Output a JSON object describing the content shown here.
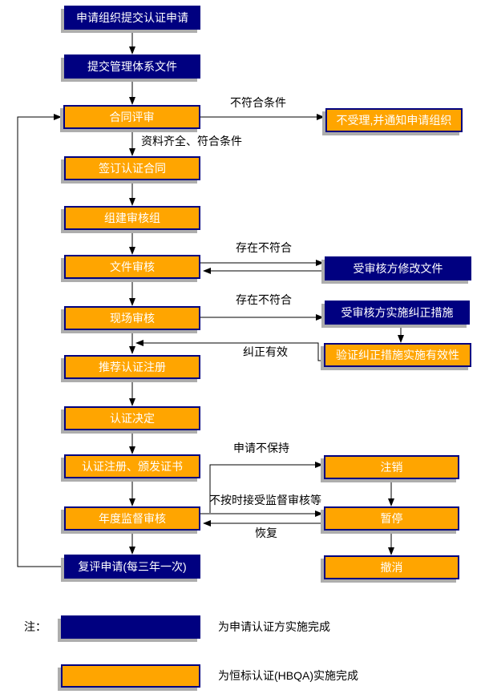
{
  "colors": {
    "applicant_fill": "#000080",
    "hbqa_fill": "#FFA500",
    "box_border": "#000080",
    "shadow": "#ADADAD",
    "line": "#000000"
  },
  "diagram": {
    "nodes": {
      "apply": "申请组织提交认证申请",
      "submit_docs": "提交管理体系文件",
      "contract_review": "合同评审",
      "reject_notify": "不受理,并通知申请组织",
      "sign_contract": "签订认证合同",
      "form_audit_team": "组建审核组",
      "doc_audit": "文件审核",
      "auditee_modify_docs": "受审核方修改文件",
      "onsite_audit": "现场审核",
      "auditee_corrective_action": "受审核方实施纠正措施",
      "verify_corrective_action": "验证纠正措施实施有效性",
      "recommend_registration": "推荐认证注册",
      "certification_decision": "认证决定",
      "register_issue_certificate": "认证注册、颁发证书",
      "annual_supervision_audit": "年度监督审核",
      "reassessment_application": "复评申请(每三年一次)",
      "cancel": "注销",
      "suspend": "暂停",
      "revoke": "撤消"
    },
    "edge_labels": {
      "not_qualified": "不符合条件",
      "qualified": "资料齐全、符合条件",
      "nonconformity_doc": "存在不符合",
      "nonconformity_onsite": "存在不符合",
      "correction_effective": "纠正有效",
      "apply_not_maintain": "申请不保持",
      "not_accept_supervision": "不按时接受监督审核等",
      "resume": "恢复"
    }
  },
  "legend": {
    "note": "注：",
    "applicant_desc": "为申请认证方实施完成",
    "hbqa_desc": "为恒标认证(HBQA)实施完成"
  }
}
